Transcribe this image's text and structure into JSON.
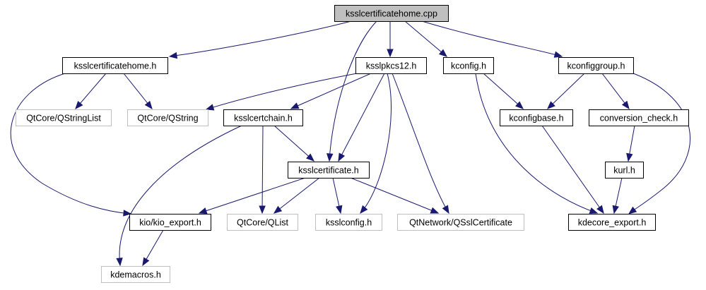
{
  "diagram": {
    "type": "include-dependency-graph",
    "root": "ksslcertificatehome.cpp",
    "colors": {
      "edge": "#191970",
      "root_fill": "#bfbfbf",
      "local_border": "#000000",
      "external_border": "#bfbfbf"
    },
    "nodes": [
      {
        "id": "root",
        "label": "ksslcertificatehome.cpp",
        "kind": "root"
      },
      {
        "id": "home_h",
        "label": "ksslcertificatehome.h",
        "kind": "local"
      },
      {
        "id": "pkcs12",
        "label": "ksslpkcs12.h",
        "kind": "local"
      },
      {
        "id": "kconfig",
        "label": "kconfig.h",
        "kind": "local"
      },
      {
        "id": "kcgroup",
        "label": "kconfiggroup.h",
        "kind": "local"
      },
      {
        "id": "qstrlist",
        "label": "QtCore/QStringList",
        "kind": "external"
      },
      {
        "id": "qstring",
        "label": "QtCore/QString",
        "kind": "external"
      },
      {
        "id": "certchain",
        "label": "ksslcertchain.h",
        "kind": "local"
      },
      {
        "id": "kcbase",
        "label": "kconfigbase.h",
        "kind": "local"
      },
      {
        "id": "convcheck",
        "label": "conversion_check.h",
        "kind": "local"
      },
      {
        "id": "cert",
        "label": "ksslcertificate.h",
        "kind": "local"
      },
      {
        "id": "kurl",
        "label": "kurl.h",
        "kind": "local"
      },
      {
        "id": "kioexport",
        "label": "kio/kio_export.h",
        "kind": "local"
      },
      {
        "id": "qlist",
        "label": "QtCore/QList",
        "kind": "external"
      },
      {
        "id": "sslconfig",
        "label": "ksslconfig.h",
        "kind": "external"
      },
      {
        "id": "qsslcert",
        "label": "QtNetwork/QSslCertificate",
        "kind": "external"
      },
      {
        "id": "kdecore",
        "label": "kdecore_export.h",
        "kind": "local"
      },
      {
        "id": "kdemacros",
        "label": "kdemacros.h",
        "kind": "external"
      }
    ],
    "edges": [
      {
        "from": "root",
        "to": "home_h"
      },
      {
        "from": "root",
        "to": "cert"
      },
      {
        "from": "root",
        "to": "pkcs12"
      },
      {
        "from": "root",
        "to": "kconfig"
      },
      {
        "from": "root",
        "to": "kcgroup"
      },
      {
        "from": "home_h",
        "to": "kioexport"
      },
      {
        "from": "home_h",
        "to": "qstrlist"
      },
      {
        "from": "home_h",
        "to": "qstring"
      },
      {
        "from": "pkcs12",
        "to": "qstring"
      },
      {
        "from": "pkcs12",
        "to": "certchain"
      },
      {
        "from": "pkcs12",
        "to": "cert"
      },
      {
        "from": "pkcs12",
        "to": "sslconfig"
      },
      {
        "from": "pkcs12",
        "to": "qsslcert"
      },
      {
        "from": "kconfig",
        "to": "kcbase"
      },
      {
        "from": "kconfig",
        "to": "kdecore"
      },
      {
        "from": "kcgroup",
        "to": "kcbase"
      },
      {
        "from": "kcgroup",
        "to": "convcheck"
      },
      {
        "from": "kcgroup",
        "to": "kdecore"
      },
      {
        "from": "certchain",
        "to": "kdemacros"
      },
      {
        "from": "certchain",
        "to": "qlist"
      },
      {
        "from": "certchain",
        "to": "cert"
      },
      {
        "from": "kcbase",
        "to": "kdecore"
      },
      {
        "from": "convcheck",
        "to": "kurl"
      },
      {
        "from": "cert",
        "to": "kioexport"
      },
      {
        "from": "cert",
        "to": "qlist"
      },
      {
        "from": "cert",
        "to": "sslconfig"
      },
      {
        "from": "cert",
        "to": "qsslcert"
      },
      {
        "from": "kurl",
        "to": "kdecore"
      },
      {
        "from": "kioexport",
        "to": "kdemacros"
      }
    ]
  }
}
